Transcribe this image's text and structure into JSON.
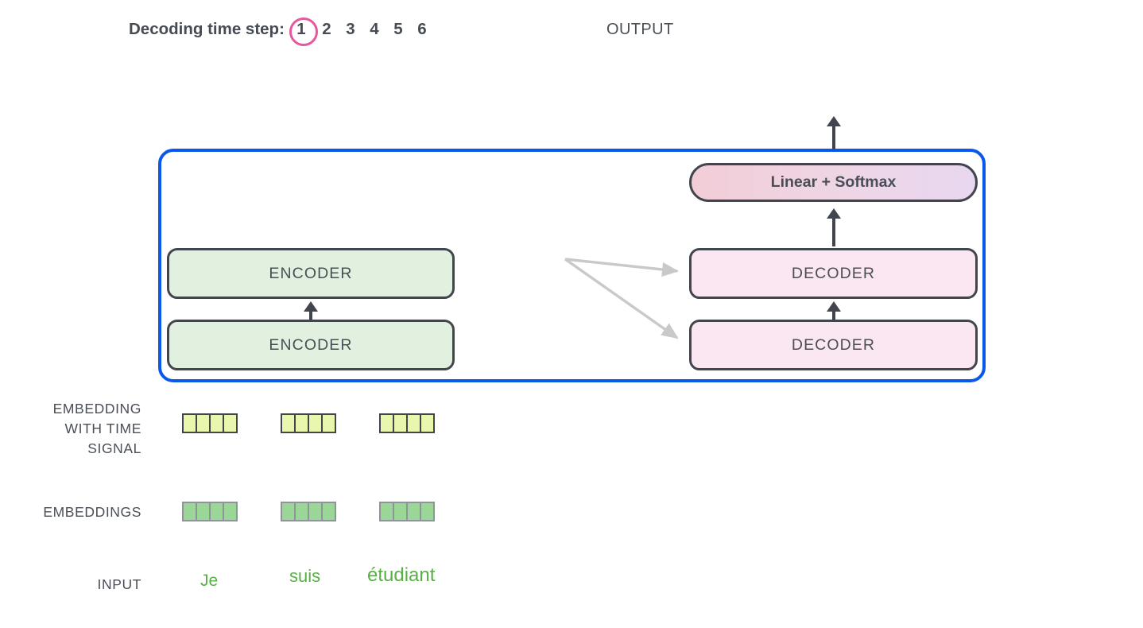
{
  "header": {
    "timestep_label": "Decoding time step:",
    "steps": [
      "1",
      "2",
      "3",
      "4",
      "5",
      "6"
    ],
    "current_step": "1",
    "output_label": "OUTPUT",
    "highlight_color": "#e8569e"
  },
  "model": {
    "container_color": "#0a57ec",
    "encoders": [
      {
        "label": "ENCODER"
      },
      {
        "label": "ENCODER"
      }
    ],
    "decoders": [
      {
        "label": "DECODER"
      },
      {
        "label": "DECODER"
      }
    ],
    "linear_softmax": {
      "label": "Linear + Softmax",
      "gradient_from": "#f2cdd7",
      "gradient_to": "#e8d7f0"
    },
    "encoder_color": "#e2f0e0",
    "decoder_color": "#fbe7f1"
  },
  "rows": {
    "time_signal": {
      "label_lines": [
        "EMBEDDING",
        "WITH TIME",
        "SIGNAL"
      ],
      "label": "EMBEDDING WITH TIME SIGNAL",
      "cell_color": "#e9f6ae",
      "groups": [
        {
          "cells": 4
        },
        {
          "cells": 4
        },
        {
          "cells": 4
        }
      ]
    },
    "embeddings": {
      "label": "EMBEDDINGS",
      "cell_color": "#9ad696",
      "groups": [
        {
          "cells": 4
        },
        {
          "cells": 4
        },
        {
          "cells": 4
        }
      ]
    },
    "input": {
      "label": "INPUT",
      "word_color": "#57b044",
      "words": [
        "Je",
        "suis",
        "étudiant"
      ]
    }
  },
  "arrows": {
    "cross_attention_color": "#c9c9c9",
    "flow_color": "#41464e"
  }
}
